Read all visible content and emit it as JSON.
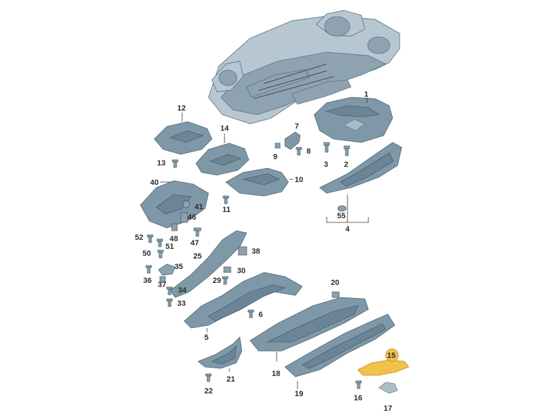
{
  "diagram": {
    "callouts": {
      "c1": "1",
      "c2": "2",
      "c3": "3",
      "c4": "4",
      "c5": "5",
      "c6": "6",
      "c7": "7",
      "c8": "8",
      "c9": "9",
      "c10": "10",
      "c11": "11",
      "c12": "12",
      "c13": "13",
      "c14": "14",
      "c15": "15",
      "c16": "16",
      "c17": "17",
      "c18": "18",
      "c19": "19",
      "c20": "20",
      "c21": "21",
      "c22": "22",
      "c25": "25",
      "c29": "29",
      "c30": "30",
      "c33": "33",
      "c34": "34",
      "c35": "35",
      "c36": "36",
      "c37": "37",
      "c38": "38",
      "c40": "40",
      "c41": "41",
      "c46": "46",
      "c47": "47",
      "c48": "48",
      "c50": "50",
      "c51": "51",
      "c52": "52",
      "c55": "55"
    },
    "highlight_color": "#f2c14a",
    "highlighted_part": "15",
    "part_color": "#7f98a8"
  }
}
